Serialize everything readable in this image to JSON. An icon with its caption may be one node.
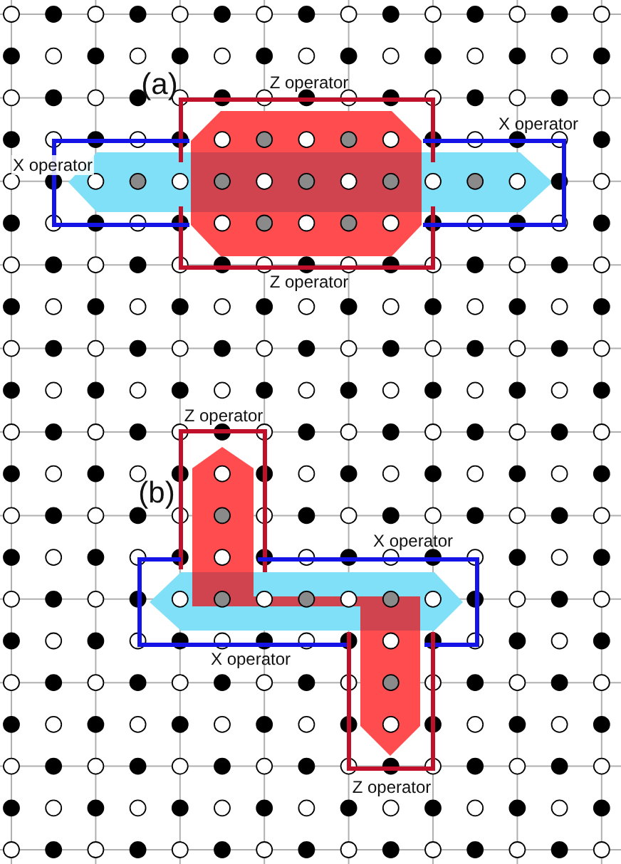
{
  "diagram": {
    "nodes": [
      {
        "text": [
          "Z operator",
          "Z operator"
        ]
      },
      {
        "text": [
          "X operator",
          "X operator"
        ]
      },
      {
        "text": [
          "Z operator"
        ]
      },
      {
        "text": [
          "X operator",
          "X operator"
        ]
      },
      {
        "text": [
          "Z operator"
        ]
      }
    ],
    "labels": [
      "(a)",
      "(b)"
    ]
  }
}
